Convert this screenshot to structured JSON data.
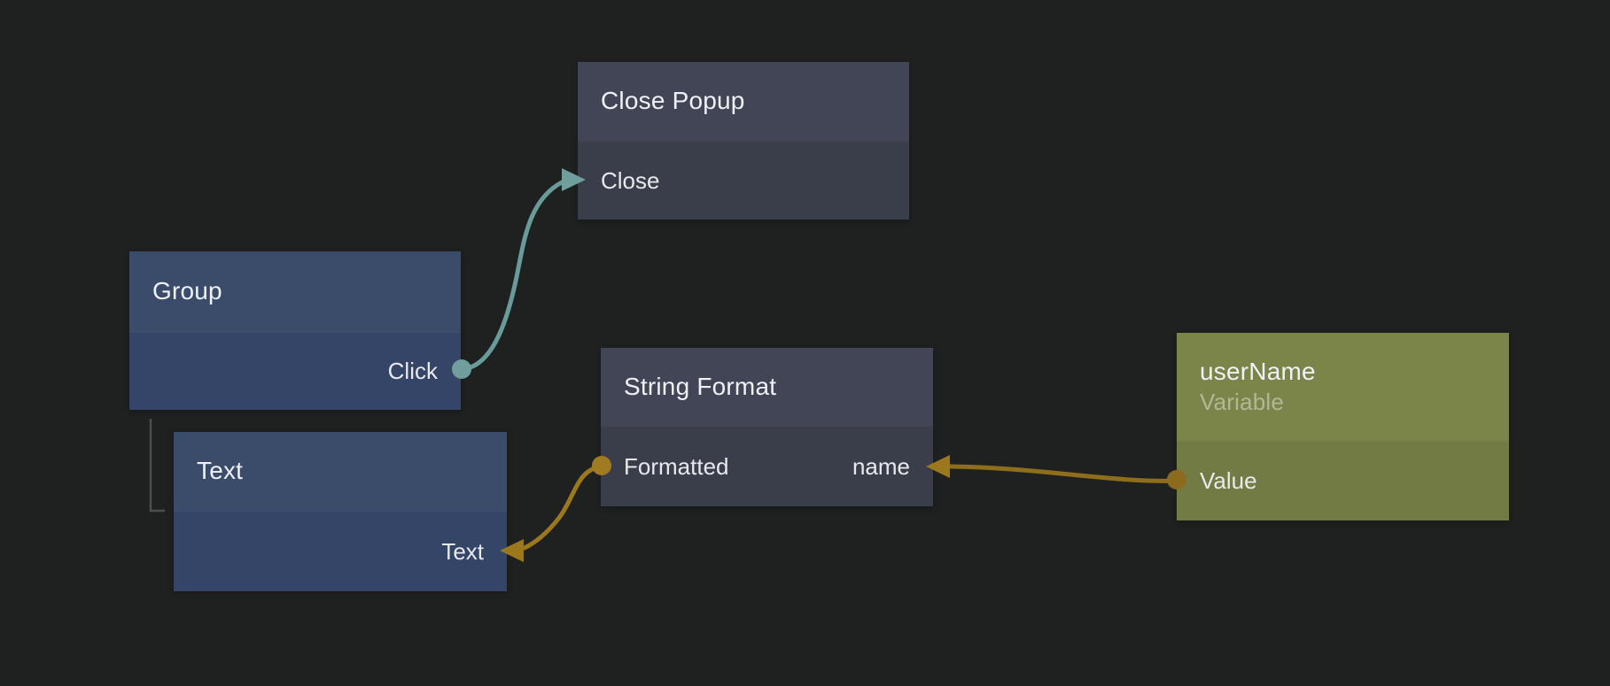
{
  "canvas": {
    "background_color": "#1f2020"
  },
  "colors": {
    "signal_wire": "#689b99",
    "signal_port": "#6f9e9d",
    "data_wire": "#9c781c",
    "data_port_out": "#a07b21",
    "data_port_value": "#8d6b1e",
    "node_gray_header": "#424556",
    "node_gray_body": "#3a3d4a",
    "node_blue_header": "#3b4c6b",
    "node_blue_body": "#354568",
    "node_green_header": "#7b8449",
    "node_green_body": "#717b43",
    "hierarchy_line": "#4e4e4e"
  },
  "nodes": [
    {
      "id": "close-popup",
      "title": "Close Popup",
      "palette": "gray",
      "ports": [
        {
          "label": "Close",
          "kind": "signal-input",
          "side": "left"
        }
      ]
    },
    {
      "id": "group",
      "title": "Group",
      "palette": "blue",
      "ports": [
        {
          "label": "Click",
          "kind": "signal-output",
          "side": "right"
        }
      ]
    },
    {
      "id": "text",
      "title": "Text",
      "palette": "blue",
      "ports": [
        {
          "label": "Text",
          "kind": "data-input",
          "side": "right"
        }
      ]
    },
    {
      "id": "string-format",
      "title": "String Format",
      "palette": "gray",
      "ports": [
        {
          "label": "Formatted",
          "kind": "data-output",
          "side": "left"
        },
        {
          "label": "name",
          "kind": "data-input",
          "side": "right"
        }
      ]
    },
    {
      "id": "username",
      "title": "userName",
      "subtitle": "Variable",
      "palette": "green",
      "ports": [
        {
          "label": "Value",
          "kind": "data-output",
          "side": "left"
        }
      ]
    }
  ],
  "connections": [
    {
      "from": "group.Click",
      "to": "close-popup.Close",
      "type": "signal"
    },
    {
      "from": "string-format.Formatted",
      "to": "text.Text",
      "type": "data"
    },
    {
      "from": "username.Value",
      "to": "string-format.name",
      "type": "data"
    }
  ],
  "hierarchy": {
    "parent": "group",
    "child": "text"
  }
}
